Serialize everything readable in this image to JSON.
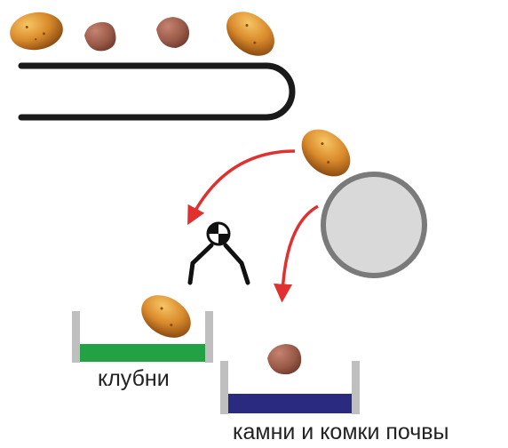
{
  "labels": {
    "tubers": "клубни",
    "stones": "камни и комки почвы"
  },
  "colors": {
    "potato": "#d98a2b",
    "potato_dark": "#8a4a12",
    "stone": "#9a5a48",
    "stone_dark": "#6b372b",
    "belt": "#1a1a1a",
    "arrow": "#e03030",
    "roller_fill": "#d9d9d9",
    "roller_stroke": "#7a7a7a",
    "bin_wall": "#bfbfbf",
    "bin_green": "#22a245",
    "bin_navy": "#2a2a80",
    "sensor": "#111111"
  },
  "objects": {
    "on_belt": [
      "potato",
      "stone",
      "stone",
      "potato"
    ],
    "falling": [
      "potato"
    ],
    "in_tuber_bin": [
      "potato"
    ],
    "in_stone_bin": [
      "stone"
    ]
  }
}
